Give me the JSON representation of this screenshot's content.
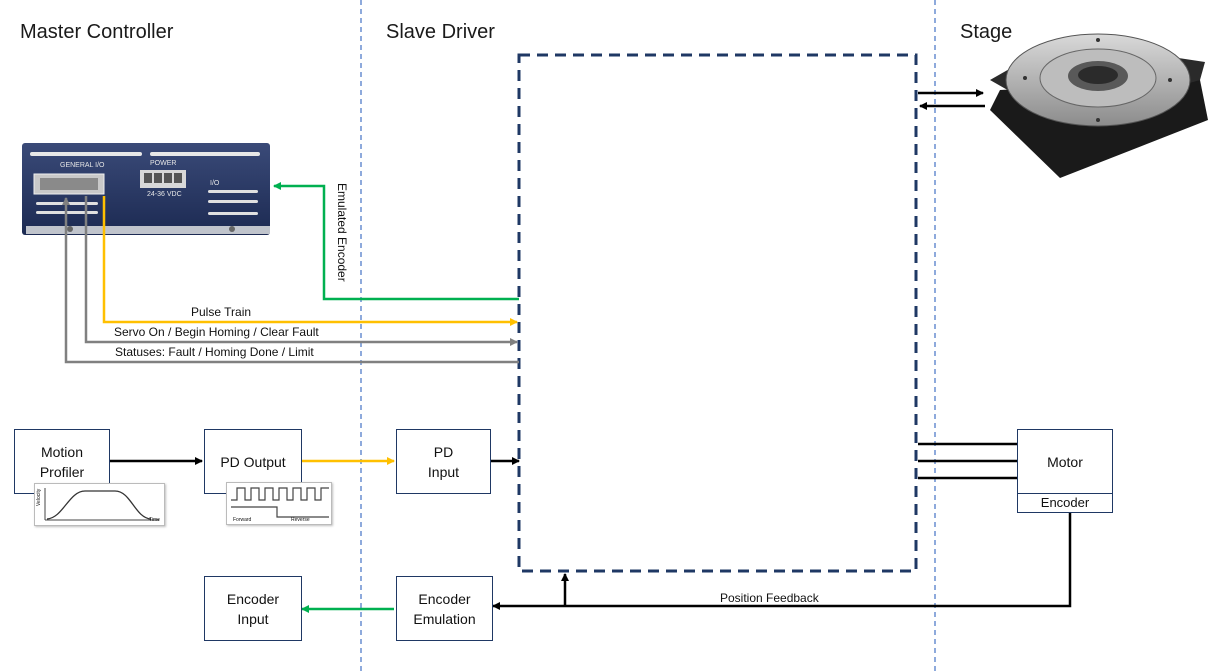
{
  "sections": {
    "master": "Master Controller",
    "slave": "Slave Driver",
    "stage": "Stage"
  },
  "blocks": {
    "motion_profiler": "Motion\nProfiler",
    "pd_output": "PD Output",
    "pd_input": "PD\nInput",
    "motor": "Motor",
    "encoder": "Encoder",
    "encoder_input": "Encoder\nInput",
    "encoder_emulation": "Encoder\nEmulation"
  },
  "signals": {
    "pulse_train": "Pulse Train",
    "servo_on": "Servo On / Begin Homing / Clear Fault",
    "statuses": "Statuses: Fault / Homing Done / Limit",
    "emulated_encoder": "Emulated Encoder",
    "position_feedback": "Position Feedback"
  },
  "controller_panel": {
    "io_label": "I/O",
    "general_io": "GENERAL I/O",
    "power": "POWER",
    "voltage": "24-36 VDC"
  },
  "mini_plots": {
    "time_axis": "Time",
    "velocity_axis": "Velocity",
    "forward": "Forward",
    "reverse": "Reverse"
  },
  "colors": {
    "pulse": "#ffc000",
    "encoder_signal": "#00b050",
    "control": "#808080",
    "power": "#000000",
    "box_border": "#1f3864",
    "divider": "#4472c4"
  }
}
